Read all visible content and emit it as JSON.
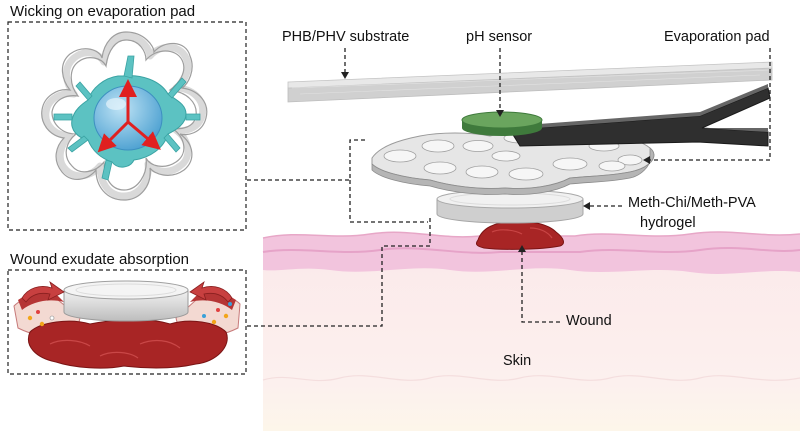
{
  "panels": {
    "wicking": {
      "title": "Wicking on evaporation pad"
    },
    "absorption": {
      "title": "Wound exudate absorption"
    }
  },
  "labels": {
    "substrate": "PHB/PHV substrate",
    "ph_sensor": "pH sensor",
    "evaporation_pad": "Evaporation pad",
    "hydrogel_line1": "Meth-Chi/Meth-PVA",
    "hydrogel_line2": "hydrogel",
    "wound": "Wound",
    "skin": "Skin"
  },
  "colors": {
    "skin_dermis": "#fcecec",
    "skin_epidermis": "#f2c6df",
    "wound": "#a32323",
    "sensor_green": "#5f9a55",
    "wicking_fluid": "#5fc4c4",
    "droplet": "#6fb7e0",
    "arrow_red": "#e02020",
    "pad_gray": "#d9d9d9",
    "channel_dark": "#333333"
  }
}
